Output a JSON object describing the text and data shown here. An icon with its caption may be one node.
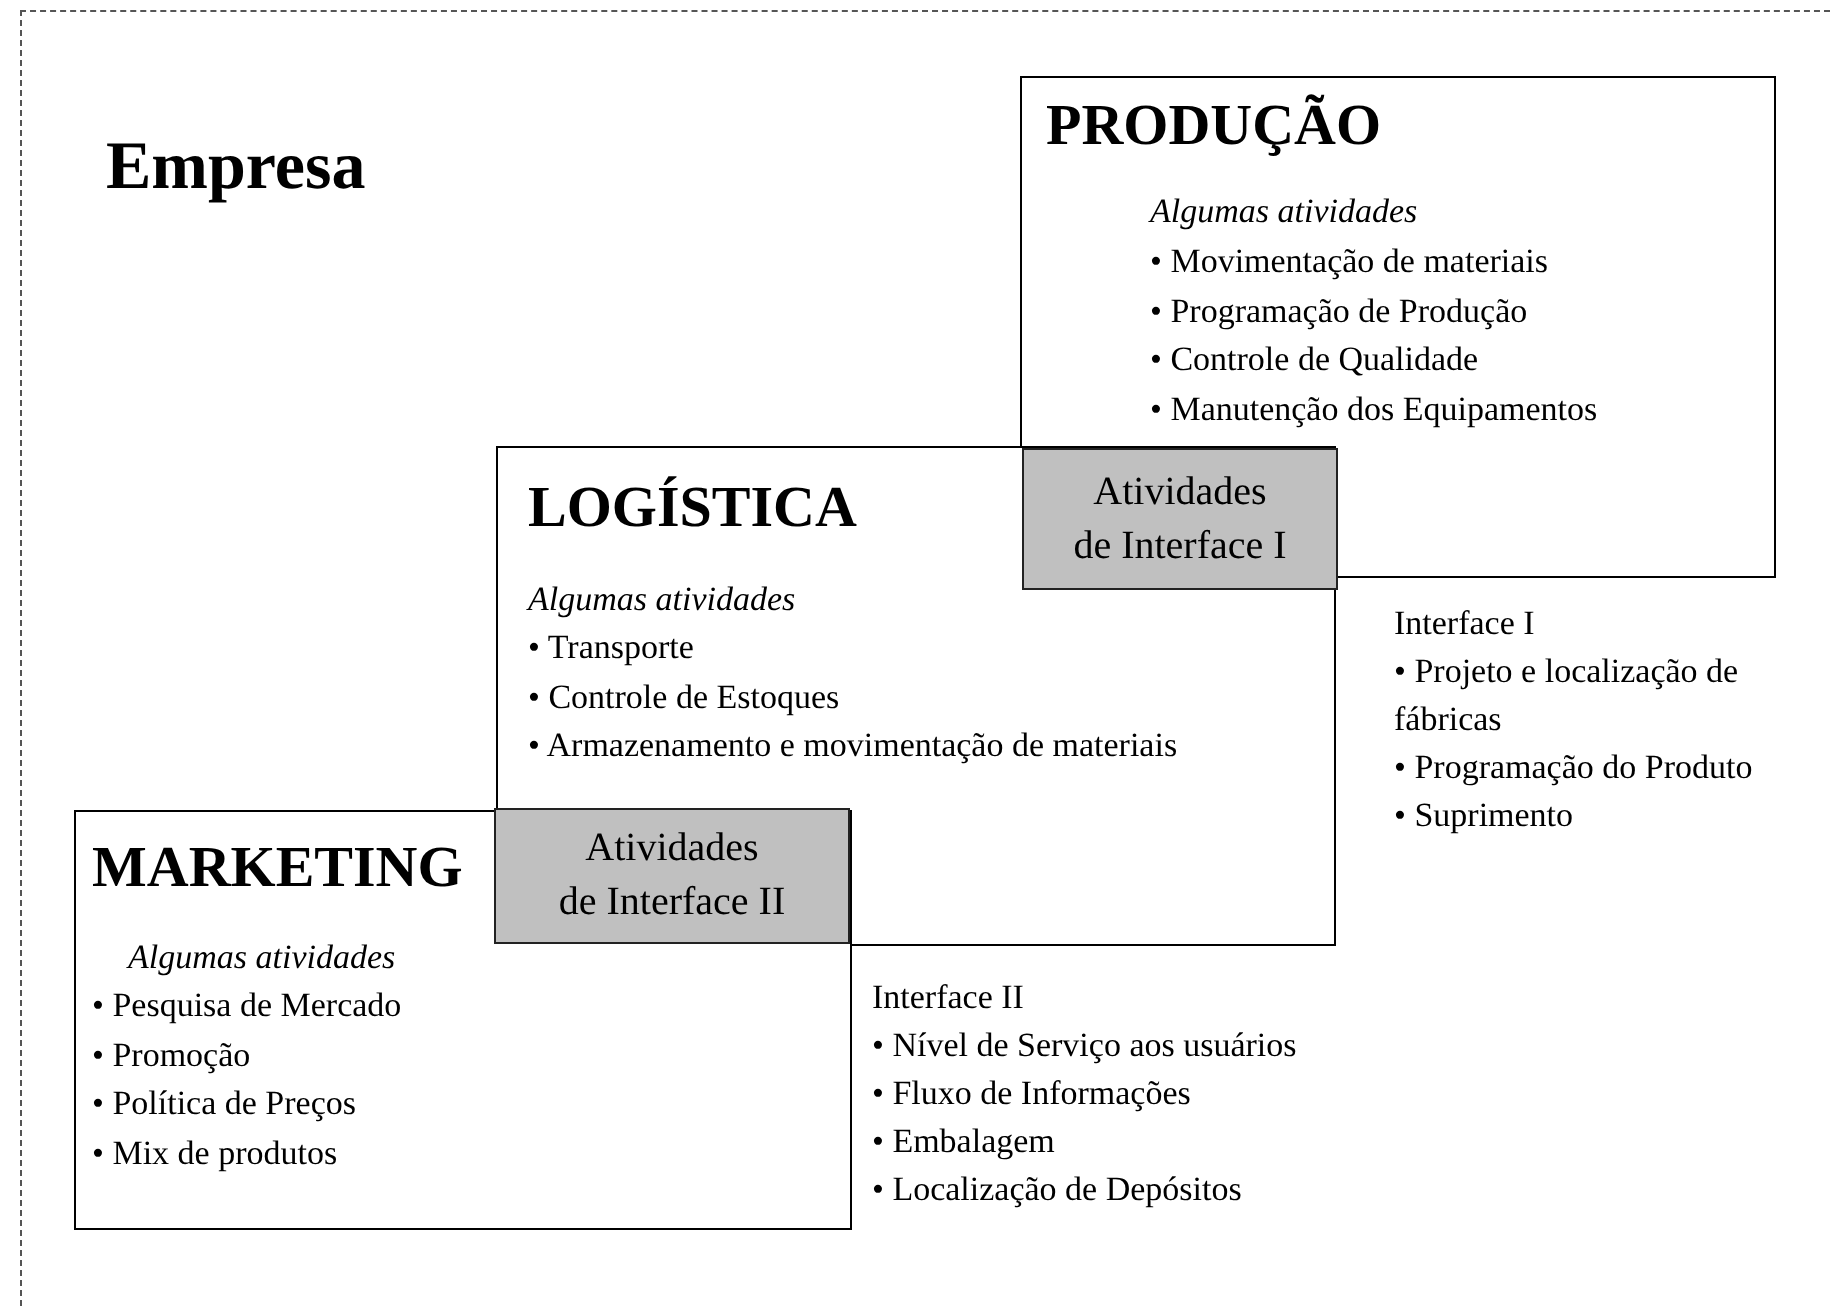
{
  "diagram": {
    "nodes": [
      {
        "text": [
          "Empresa"
        ]
      },
      {
        "text": [
          "PRODUÇÃO",
          "Algumas atividades",
          "• Movimentação de materiais",
          "• Programação de Produção",
          "• Controle de Qualidade",
          "• Manutenção dos Equipamentos"
        ],
        "in": 0
      },
      {
        "text": [
          "LOGÍSTICA",
          "Algumas atividades",
          "• Transporte",
          "• Controle de Estoques",
          "• Armazenamento e movimentação de materiais"
        ],
        "in": 0
      },
      {
        "text": [
          "Atividades de Interface I"
        ],
        "in": 2
      },
      {
        "text": [
          "MARKETING",
          "Algumas atividades",
          "• Pesquisa de Mercado",
          "• Promoção",
          "• Política de Preços",
          "• Mix de produtos"
        ],
        "in": 0
      },
      {
        "text": [
          "Atividades de Interface II"
        ]
      }
    ],
    "labels": [
      "Interface I",
      "• Projeto e localização de fábricas",
      "• Programação do Produto",
      "• Suprimento",
      "Interface II",
      "• Nível de Serviço aos usuários",
      "• Fluxo de Informações",
      "• Embalagem",
      "• Localização de Depósitos"
    ]
  }
}
